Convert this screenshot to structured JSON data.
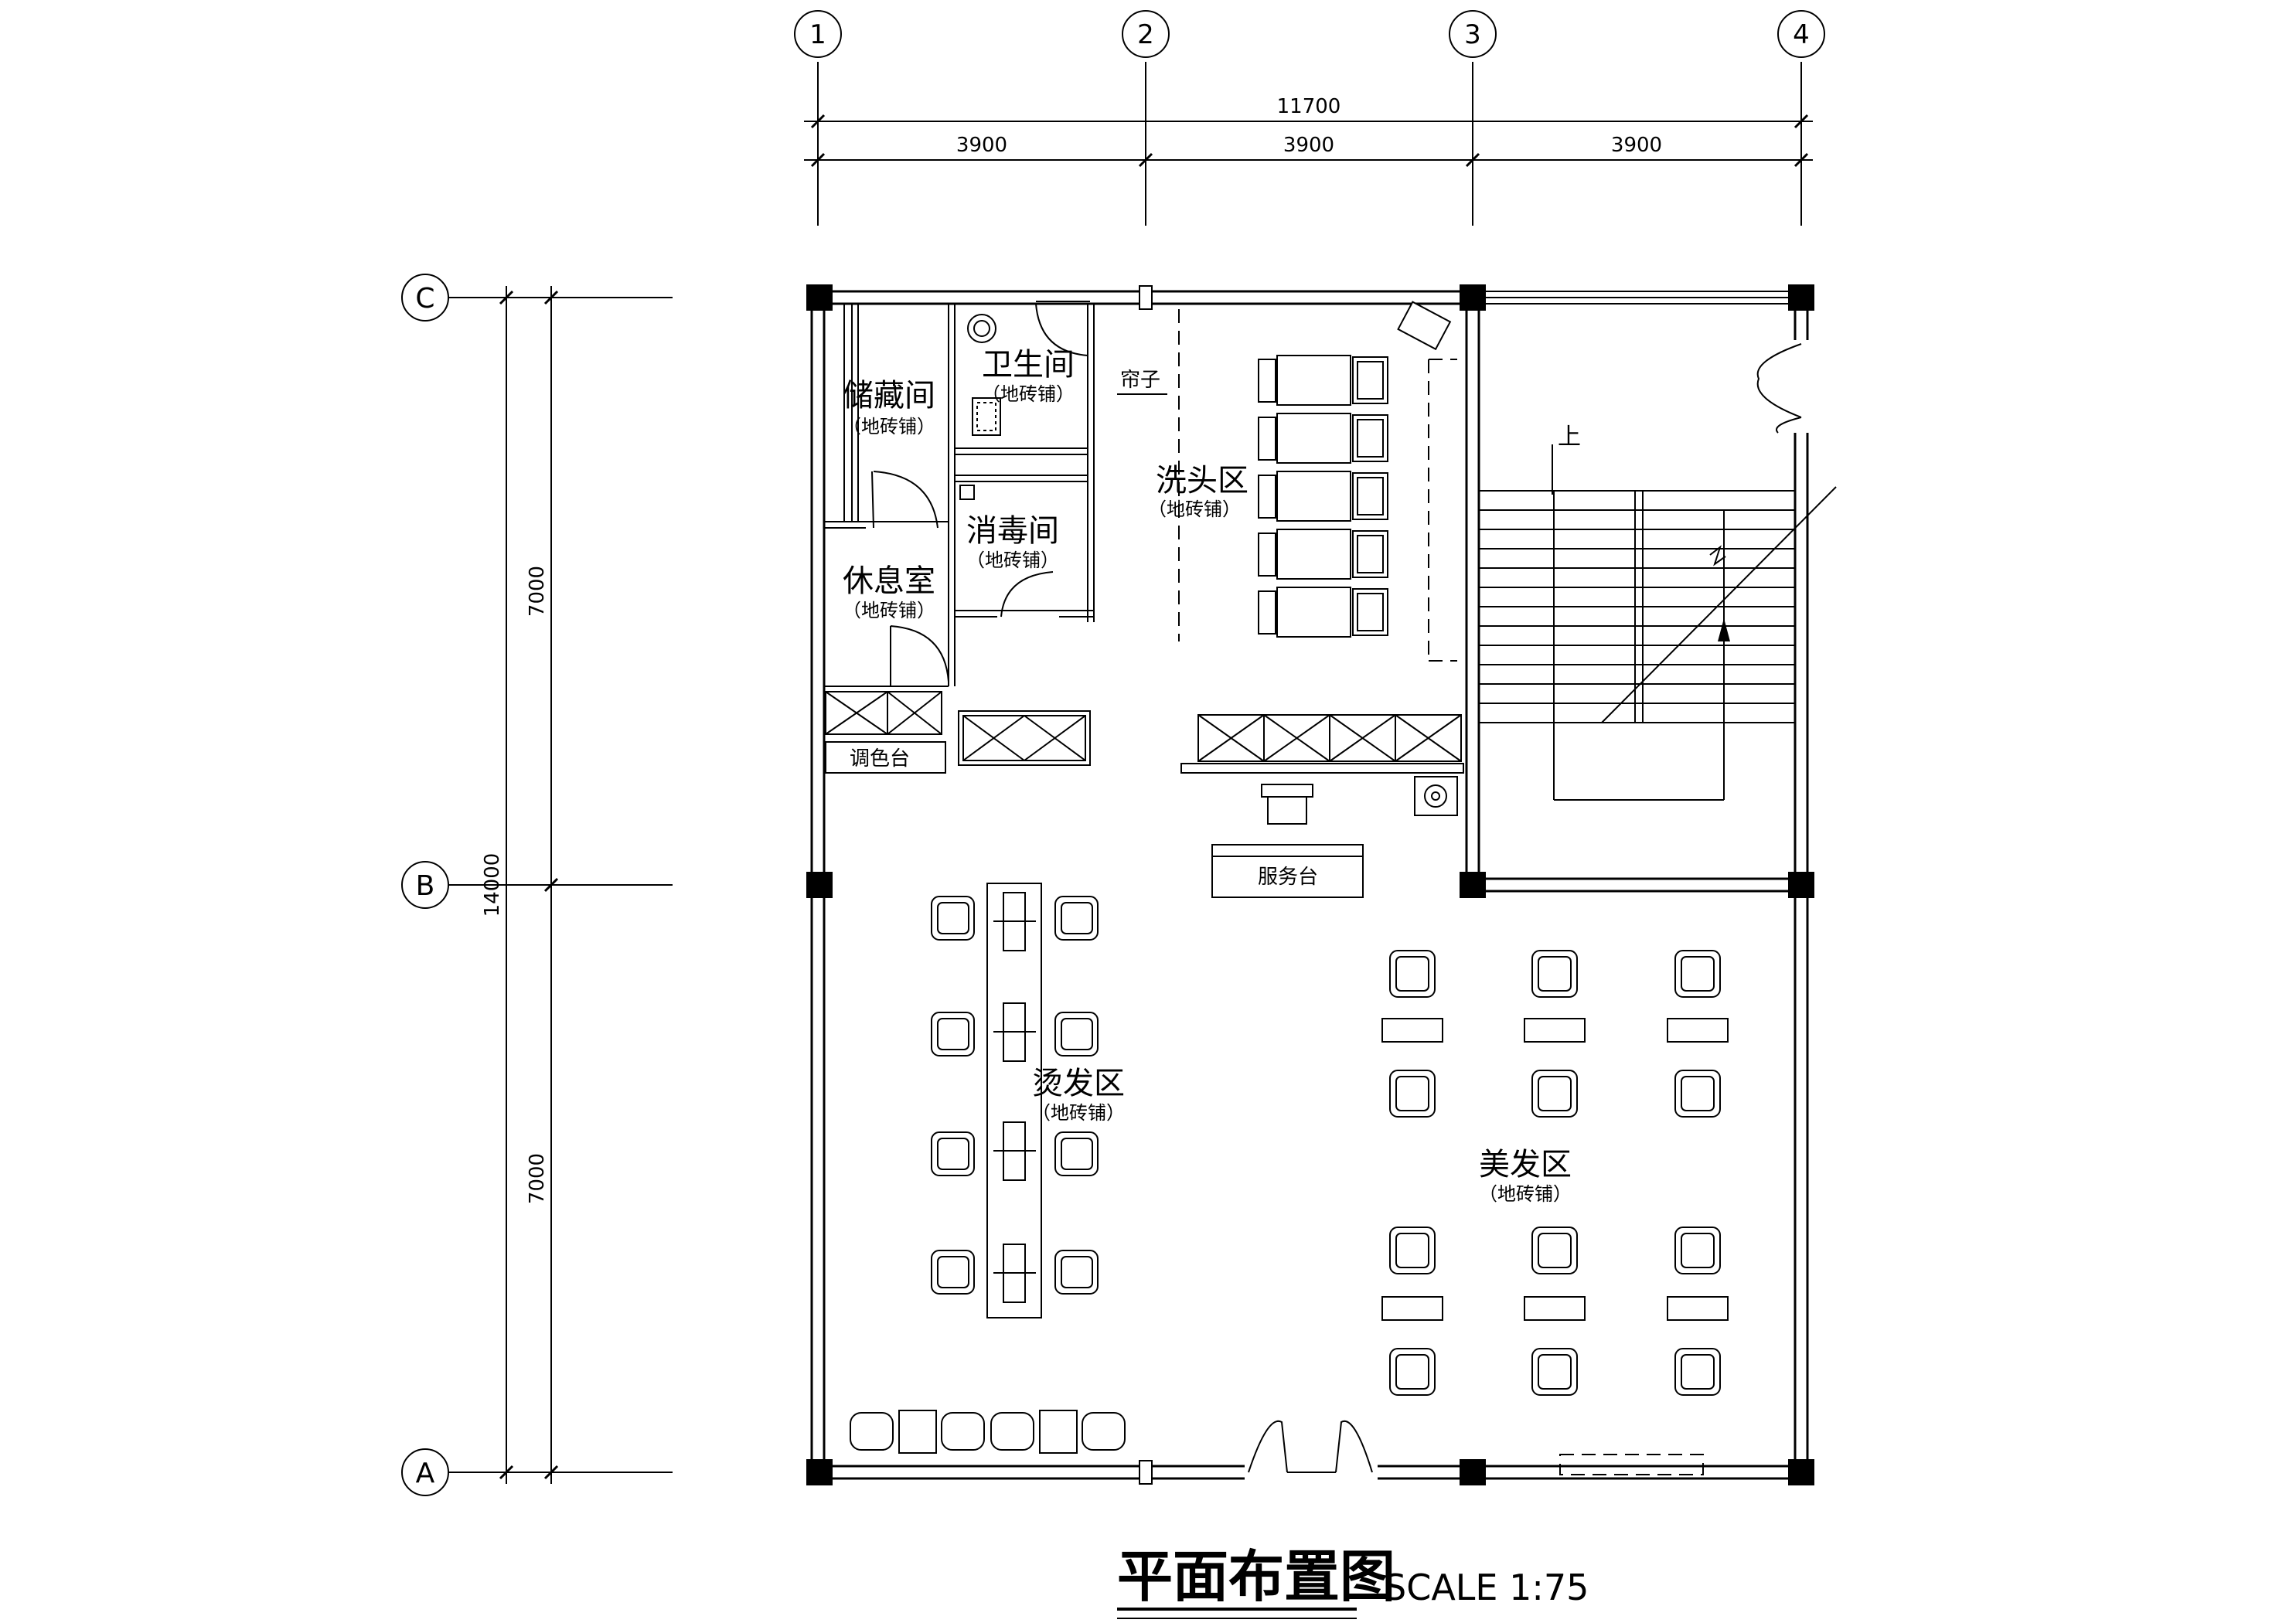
{
  "grid": {
    "columns": [
      "1",
      "2",
      "3",
      "4"
    ],
    "rows": [
      "C",
      "B",
      "A"
    ]
  },
  "dimensions": {
    "overall_width": "11700",
    "bays": [
      "3900",
      "3900",
      "3900"
    ],
    "overall_height": "14000",
    "row_spans": [
      "7000",
      "7000"
    ]
  },
  "rooms": {
    "storage": {
      "name": "储藏间",
      "floor": "（地砖铺）"
    },
    "toilet": {
      "name": "卫生间",
      "floor": "（地砖铺）"
    },
    "disinfection": {
      "name": "消毒间",
      "floor": "（地砖铺）"
    },
    "lounge": {
      "name": "休息室",
      "floor": "（地砖铺）"
    },
    "wash": {
      "name": "洗头区",
      "floor": "（地砖铺）"
    },
    "perm": {
      "name": "烫发区",
      "floor": "（地砖铺）"
    },
    "styling": {
      "name": "美发区",
      "floor": "（地砖铺）"
    }
  },
  "labels": {
    "curtain": "帘子",
    "color_table": "调色台",
    "service_desk": "服务台",
    "stair_up": "上"
  },
  "title": {
    "main": "平面布置图",
    "scale": "SCALE 1:75"
  },
  "colors": {
    "line": "#000000",
    "background": "#ffffff"
  }
}
